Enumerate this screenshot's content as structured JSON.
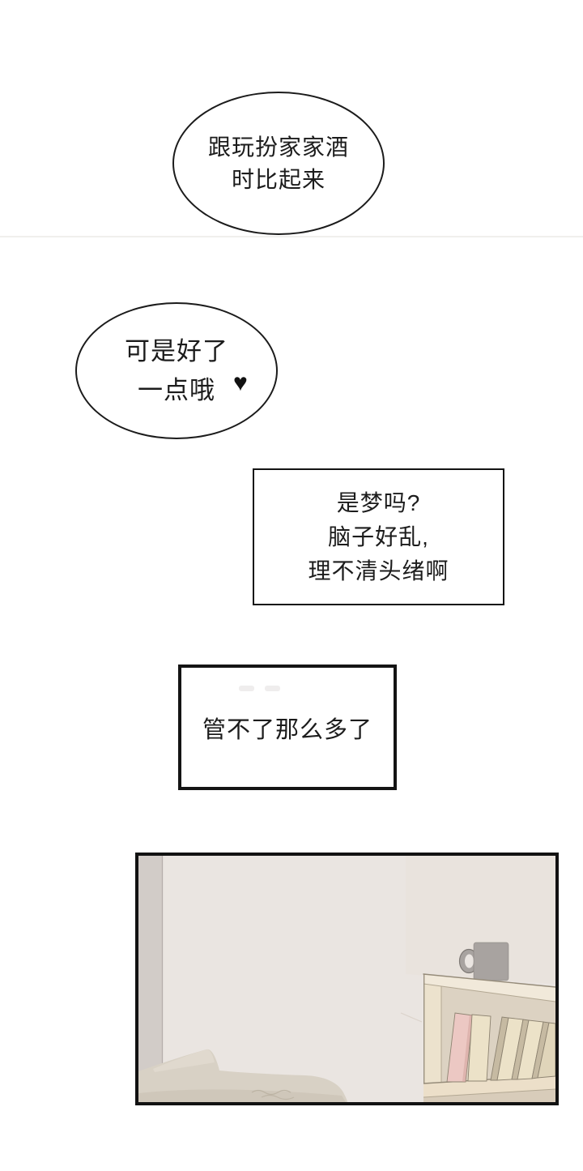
{
  "page": {
    "background": "#ffffff",
    "ink": "#1c1c1c"
  },
  "divider": {
    "color": "#e8e6e4"
  },
  "bubbles": [
    {
      "lines": [
        "跟玩扮家家酒",
        "时比起来"
      ]
    },
    {
      "lines": [
        "可是好了",
        "一点哦"
      ],
      "heart_icon": "♥"
    },
    {
      "lines": [
        "是梦吗?",
        "脑子好乱,",
        "理不清头绪啊"
      ]
    },
    {
      "lines": [
        "管不了那么多了"
      ]
    }
  ],
  "scene": {
    "colors": {
      "wall": "#eae5e1",
      "wall_tint": "#e8dfda",
      "wall_crease": "#d8cfc6",
      "left_wall_strip": "#d2ccc8",
      "strip_edge": "#b5aeab",
      "couch": "#d8d1c5",
      "couch_highlight": "#e2dbd0",
      "couch_shadow": "#c9c0b1",
      "couch_texture": "#b7ae9e",
      "shelf_frame": "#ece2cd",
      "shelf_top": "#f1e9da",
      "shelf_interior": "#dcd2c2",
      "shelf_board": "#ecdfc9",
      "shelf_lower": "#d8ccba",
      "shelf_line": "#958b79",
      "shelf_line_soft": "#b3a893",
      "book_cream": "#ece2c8",
      "book_cream_dark": "#e0d5ba",
      "book_side": "#c6baa2",
      "book_pink": "#ecc8c3",
      "book_pink_shade": "#cf9f9a",
      "book_outline": "#8d8371",
      "mug": "#a8a3a0",
      "mug_outline": "#7e7975"
    }
  }
}
